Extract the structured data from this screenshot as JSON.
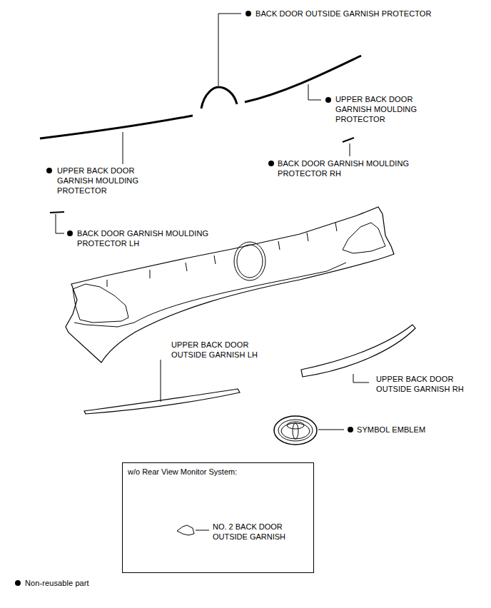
{
  "diagram": {
    "nodes": [
      {
        "text": [
          "w/o Rear View Monitor System:",
          "NO. 2 BACK DOOR OUTSIDE GARNISH"
        ]
      }
    ],
    "labels": [
      "BACK DOOR OUTSIDE GARNISH PROTECTOR",
      "UPPER BACK DOOR GARNISH MOULDING PROTECTOR",
      "UPPER BACK DOOR GARNISH MOULDING PROTECTOR",
      "BACK DOOR GARNISH MOULDING PROTECTOR RH",
      "BACK DOOR GARNISH MOULDING PROTECTOR LH",
      "UPPER BACK DOOR OUTSIDE GARNISH LH",
      "UPPER BACK DOOR OUTSIDE GARNISH RH",
      "SYMBOL EMBLEM"
    ],
    "legend": [
      {
        "text": "Non-reusable part"
      }
    ]
  }
}
